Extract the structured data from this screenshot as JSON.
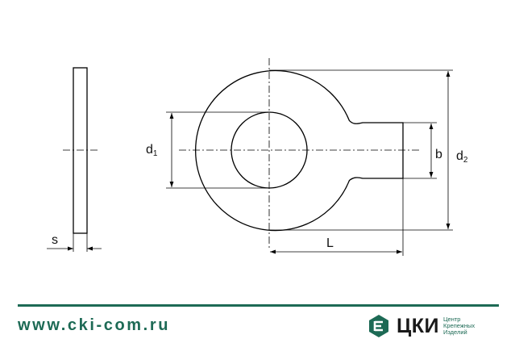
{
  "labels": {
    "d1": {
      "main": "d",
      "sub": "1"
    },
    "d2": {
      "main": "d",
      "sub": "2"
    },
    "b": "b",
    "s": "s",
    "L": "L"
  },
  "footer": {
    "url": "www.cki-com.ru",
    "brand_name": "ЦКИ",
    "tagline": [
      "Центр",
      "Крепежных",
      "Изделий"
    ]
  },
  "colors": {
    "brand_green": "#1d6a55",
    "line": "#000000"
  },
  "icons": {
    "logo": "hexagon-e-logo-icon",
    "arrow": "arrowhead-icon"
  }
}
